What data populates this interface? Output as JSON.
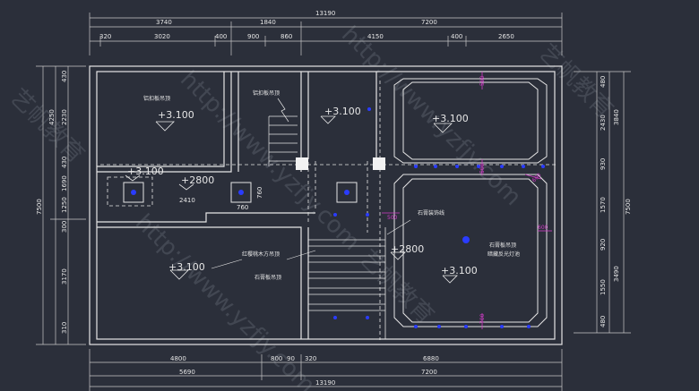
{
  "top_dims": {
    "total": "13190",
    "row2": [
      "3740",
      "1840",
      "7200"
    ],
    "row3": [
      "320",
      "3020",
      "400",
      "900",
      "860",
      "4150",
      "400",
      "2650"
    ]
  },
  "bottom_dims": {
    "row1": [
      "4800",
      "800",
      "90",
      "320",
      "6880"
    ],
    "row2": [
      "5690",
      "7200"
    ],
    "total": "13190"
  },
  "left_dims": {
    "segments": [
      "430",
      "2230",
      "430",
      "1690",
      "1250",
      "300",
      "3170",
      "310"
    ],
    "overall": [
      "4250",
      "7500"
    ]
  },
  "right_dims": {
    "segments": [
      "480",
      "2430",
      "930",
      "1570",
      "920",
      "1550",
      "480"
    ],
    "mid": [
      "3840",
      "3490"
    ],
    "overall": "7500"
  },
  "levels": [
    "+3.100",
    "+3.100",
    "+3.100",
    "+3.100",
    "+2800",
    "+3.100",
    "+2800",
    "+3.100"
  ],
  "labels": {
    "ceiling_al_1": "铝扣板吊顶",
    "ceiling_al_2": "铝扣板吊顶",
    "gypsum_line": "石膏装饰线",
    "cherry_wood": "红樱桃木方吊顶",
    "gypsum_ceiling": "石膏板吊顶",
    "gypsum_hidden": "石膏板吊顶",
    "hidden_light": "暗藏反光灯池",
    "dim_2410": "2410",
    "dim_760": "760",
    "dim_760b": "760"
  },
  "magenta_dims": [
    "500",
    "500",
    "500",
    "600",
    "600",
    "700"
  ],
  "watermark": "http://www.yzfjy.com",
  "watermark_logo": "艺帆教育",
  "colors": {
    "background": "#2b2f3a",
    "lines": "#e6e6e6",
    "dims": "#c8c8c8",
    "magenta": "#d23cc8",
    "blue": "#2a3cff"
  }
}
